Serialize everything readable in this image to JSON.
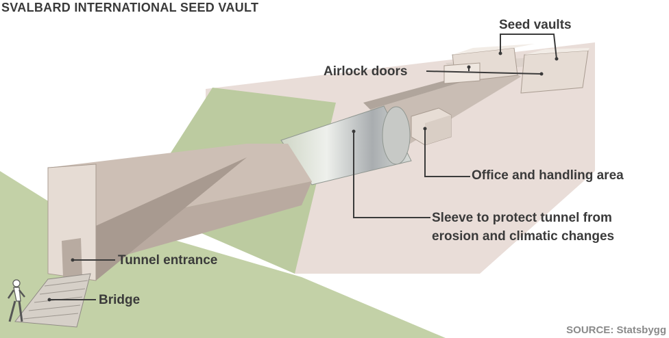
{
  "title": "SVALBARD INTERNATIONAL SEED VAULT",
  "labels": {
    "seed_vaults": "Seed vaults",
    "airlock_doors": "Airlock doors",
    "office_area": "Office and handling area",
    "sleeve_line1": "Sleeve to protect tunnel from",
    "sleeve_line2": "erosion and climatic changes",
    "tunnel_entrance": "Tunnel entrance",
    "bridge": "Bridge"
  },
  "source": "SOURCE: Statsbygg"
}
